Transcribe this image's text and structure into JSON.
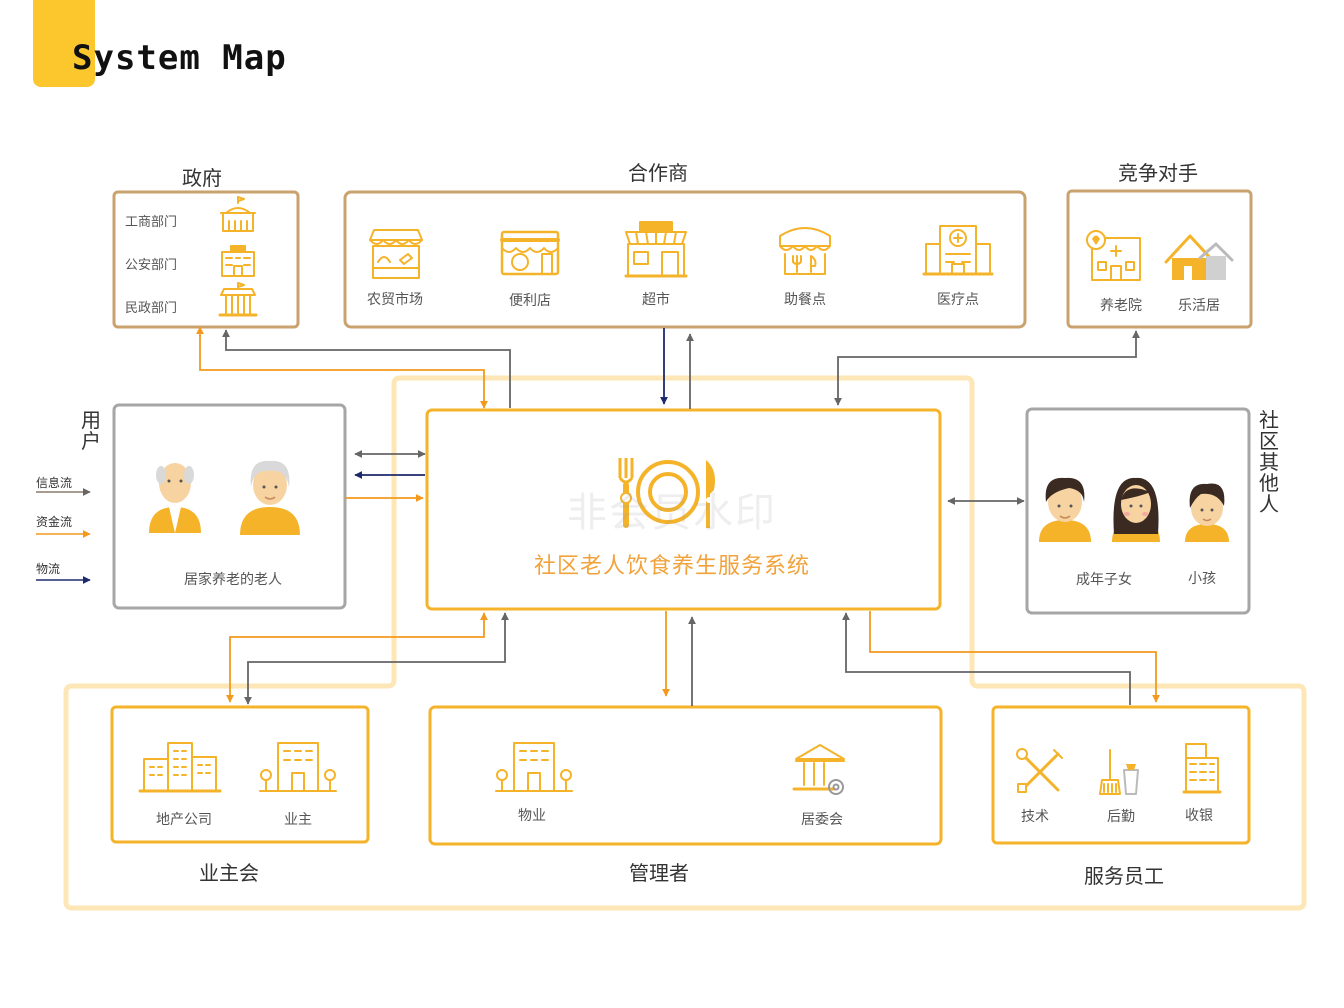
{
  "brand": {
    "title": "System Map",
    "accent": "#fcc62d"
  },
  "colors": {
    "border_gold": "#c9a26e",
    "border_orange": "#f5b32a",
    "border_gray": "#a6a6a6",
    "zone_fill": "#fde7b6",
    "icon": "#f5b32a",
    "info_flow": "#666666",
    "money_flow": "#f39a1e",
    "logistics_flow": "#1d2a6b"
  },
  "legend": {
    "info": "信息流",
    "money": "资金流",
    "logistics": "物流"
  },
  "government": {
    "title": "政府",
    "items": [
      {
        "label": "工商部门",
        "icon": "government-building-icon"
      },
      {
        "label": "公安部门",
        "icon": "police-station-icon"
      },
      {
        "label": "民政部门",
        "icon": "civil-affairs-building-icon"
      }
    ]
  },
  "partners": {
    "title": "合作商",
    "items": [
      {
        "label": "农贸市场",
        "icon": "market-stall-icon"
      },
      {
        "label": "便利店",
        "icon": "convenience-store-icon"
      },
      {
        "label": "超市",
        "icon": "supermarket-icon"
      },
      {
        "label": "助餐点",
        "icon": "dining-point-icon"
      },
      {
        "label": "医疗点",
        "icon": "hospital-icon"
      }
    ]
  },
  "competitors": {
    "title": "竞争对手",
    "items": [
      {
        "label": "养老院",
        "icon": "nursing-home-icon"
      },
      {
        "label": "乐活居",
        "icon": "houses-icon"
      }
    ]
  },
  "users": {
    "title": "用户",
    "label": "居家养老的老人"
  },
  "others": {
    "title": "社区其他人",
    "items": [
      {
        "label": "成年子女"
      },
      {
        "label": "小孩"
      }
    ]
  },
  "core": {
    "title": "社区老人饮食养生服务系统",
    "watermark": "非会员水印"
  },
  "owners": {
    "title": "业主会",
    "items": [
      {
        "label": "地产公司"
      },
      {
        "label": "业主"
      }
    ]
  },
  "managers": {
    "title": "管理者",
    "items": [
      {
        "label": "物业"
      },
      {
        "label": "居委会"
      }
    ]
  },
  "staff": {
    "title": "服务员工",
    "items": [
      {
        "label": "技术"
      },
      {
        "label": "后勤"
      },
      {
        "label": "收银"
      }
    ]
  }
}
